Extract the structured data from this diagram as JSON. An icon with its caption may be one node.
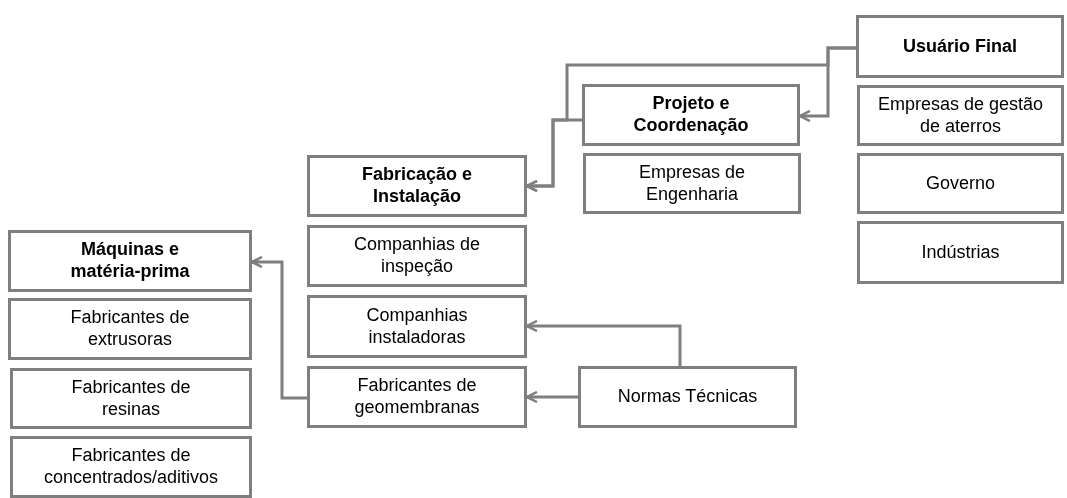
{
  "diagram": {
    "nodes": [
      {
        "text": [
          "Usuário Final"
        ]
      },
      {
        "text": [
          "Empresas de gestão de aterros"
        ]
      },
      {
        "text": [
          "Governo"
        ]
      },
      {
        "text": [
          "Indústrias"
        ]
      },
      {
        "text": [
          "Projeto e Coordenação"
        ]
      },
      {
        "text": [
          "Empresas de Engenharia"
        ]
      },
      {
        "text": [
          "Fabricação e Instalação"
        ]
      },
      {
        "text": [
          "Companhias de inspeção"
        ]
      },
      {
        "text": [
          "Companhias instaladoras"
        ]
      },
      {
        "text": [
          "Fabricantes de geomembranas"
        ]
      },
      {
        "text": [
          "Normas Técnicas"
        ]
      },
      {
        "text": [
          "Máquinas e matéria-prima"
        ]
      },
      {
        "text": [
          "Fabricantes de extrusoras"
        ]
      },
      {
        "text": [
          "Fabricantes de resinas"
        ]
      },
      {
        "text": [
          "Fabricantes de concentrados/aditivos"
        ]
      }
    ],
    "edges": [
      {
        "from": 0,
        "to": 4,
        "arrow": "to"
      },
      {
        "from": 0,
        "to": 6,
        "arrow": "to"
      },
      {
        "from": 4,
        "to": 6,
        "arrow": "to"
      },
      {
        "from": 9,
        "to": 11,
        "arrow": "to"
      },
      {
        "from": 10,
        "to": 8,
        "arrow": "to"
      },
      {
        "from": 10,
        "to": 9,
        "arrow": "to"
      }
    ]
  }
}
